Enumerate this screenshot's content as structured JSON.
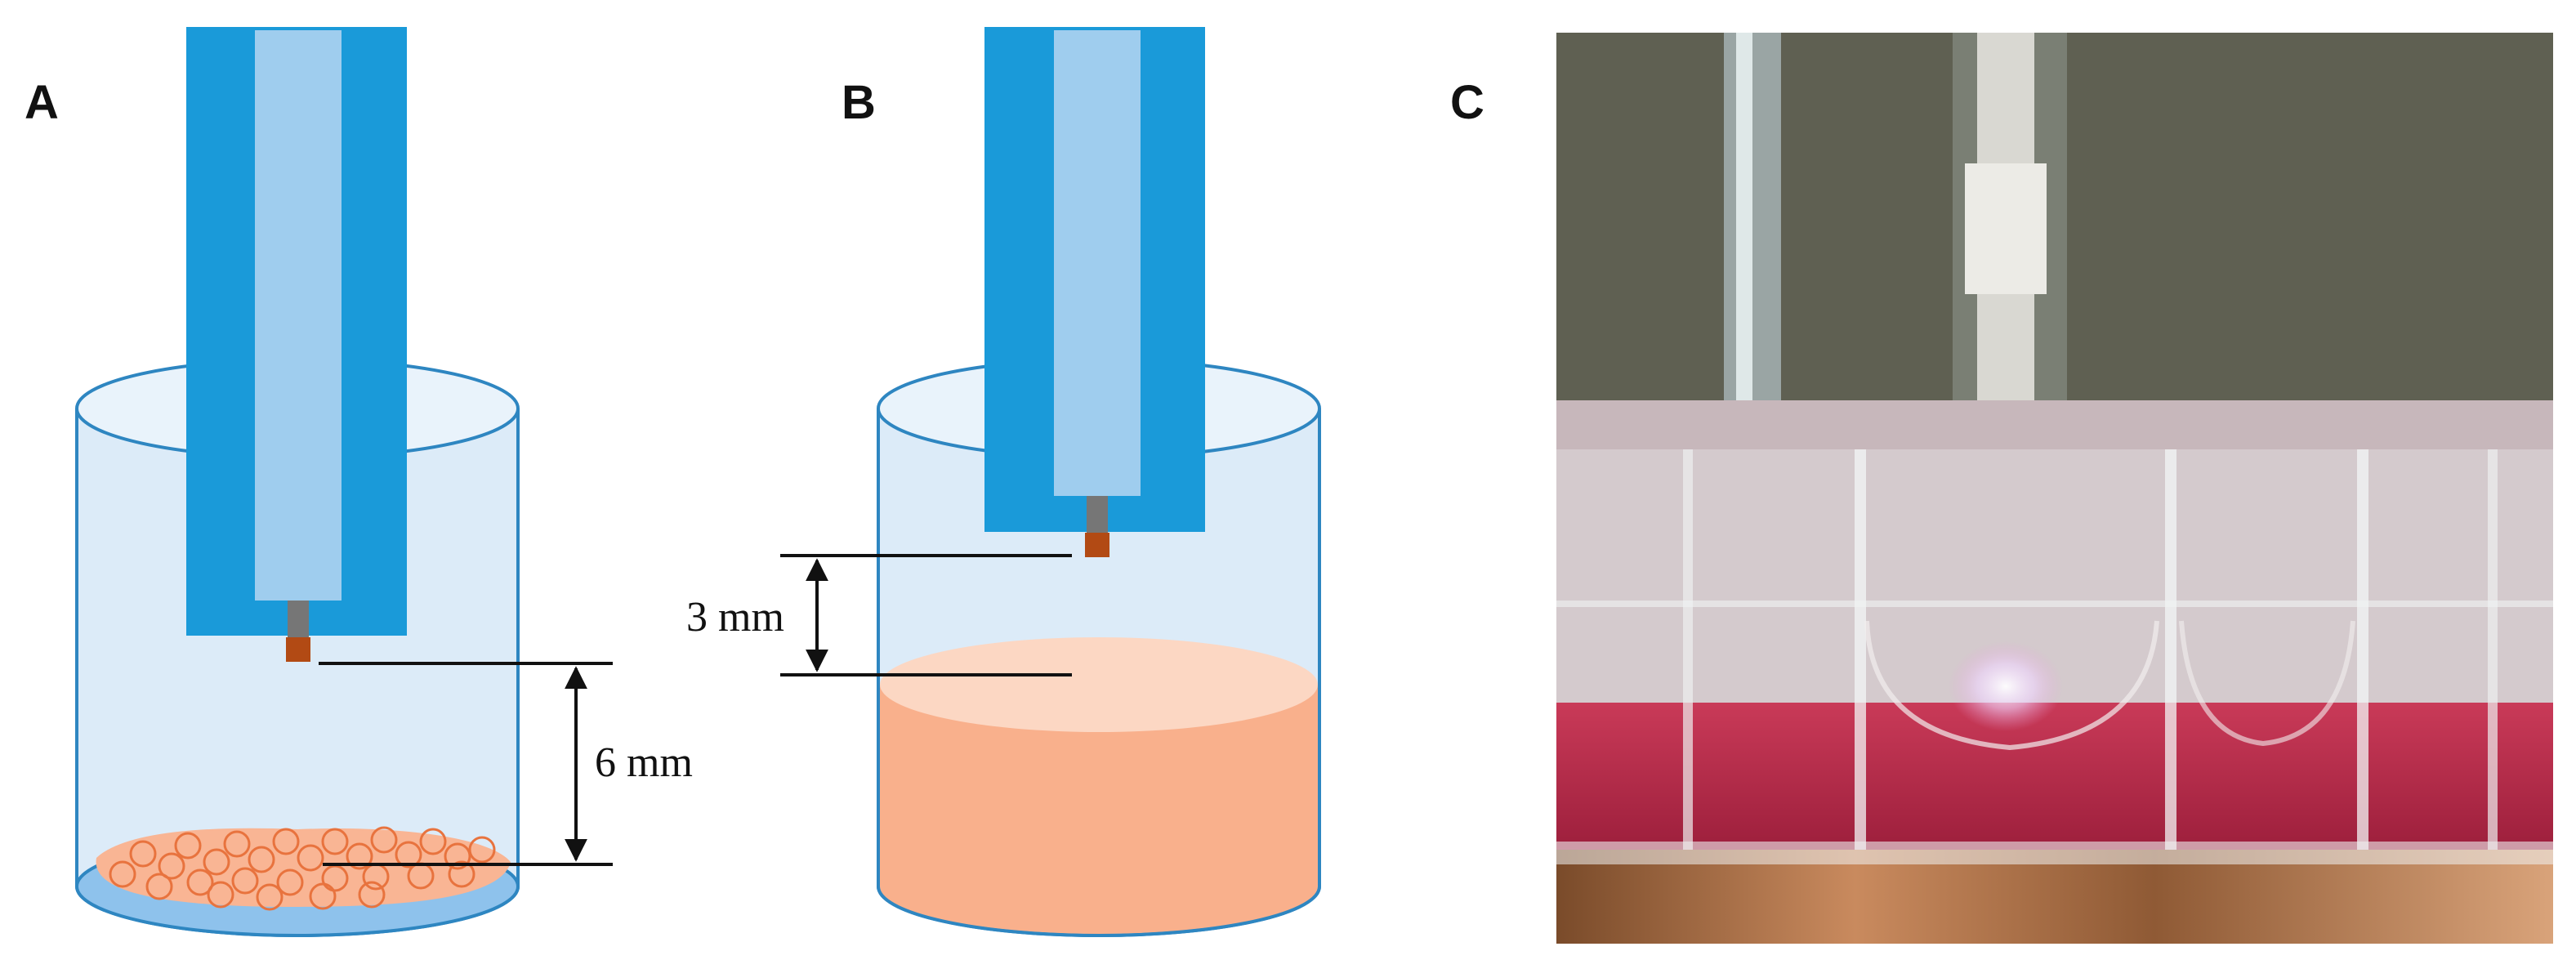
{
  "panels": {
    "a": {
      "label": "A",
      "gap_label": "6 mm"
    },
    "b": {
      "label": "B",
      "gap_label": "3 mm"
    },
    "c": {
      "label": "C"
    }
  },
  "colors": {
    "electrode_outer": "#1a9ad9",
    "electrode_inner": "#9fcdee",
    "tip_stem": "#767676",
    "tip_end": "#b24a14",
    "well_fill": "#dcebf8",
    "well_stroke": "#2e86c1",
    "cells": "#f9b594",
    "cell_outline": "#e8733e",
    "medium_top": "#fcd7c3",
    "medium_body": "#f9b08c",
    "well_bottom": "#8ec2ec"
  }
}
